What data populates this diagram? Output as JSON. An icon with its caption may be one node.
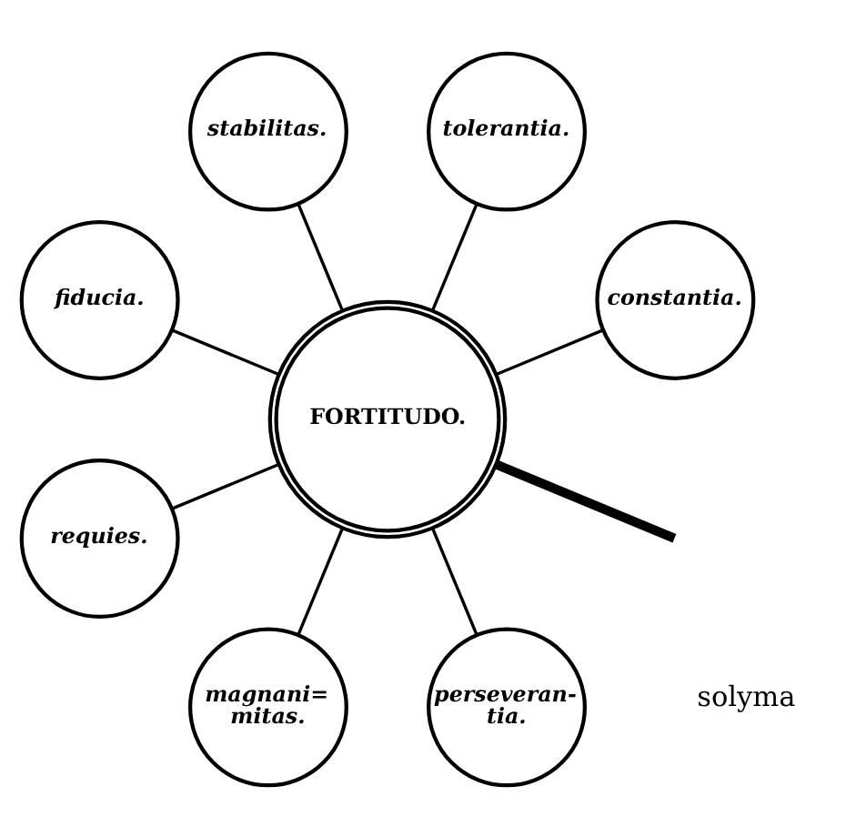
{
  "diagram": {
    "nodes": [
      {
        "text": [
          "constantia."
        ]
      },
      {
        "text": [
          "tolerantia."
        ]
      },
      {
        "text": [
          "stabilitas."
        ]
      },
      {
        "text": [
          "fiducia."
        ]
      },
      {
        "text": [
          "FORTITUDO."
        ]
      },
      {
        "text": [
          "requies."
        ]
      },
      {
        "text": [
          "magnani= mitas."
        ]
      },
      {
        "text": [
          "perseveran- tia."
        ]
      }
    ],
    "edges": [
      {
        "from": 4,
        "to": 0,
        "arrow": "none"
      },
      {
        "from": 4,
        "to": 1,
        "arrow": "none"
      },
      {
        "from": 4,
        "to": 3,
        "arrow": "none"
      },
      {
        "from": 4,
        "to": 6,
        "arrow": "none"
      },
      {
        "from": 4,
        "to": 7,
        "arrow": "none"
      },
      {
        "from": 4,
        "to": 5,
        "arrow": "none"
      },
      {
        "from": 4,
        "to": 2,
        "arrow": "none"
      },
      {
        "from": null,
        "to": 4,
        "arrow": "none",
        "style": "thick"
      }
    ],
    "labels": [
      "solyma"
    ]
  }
}
